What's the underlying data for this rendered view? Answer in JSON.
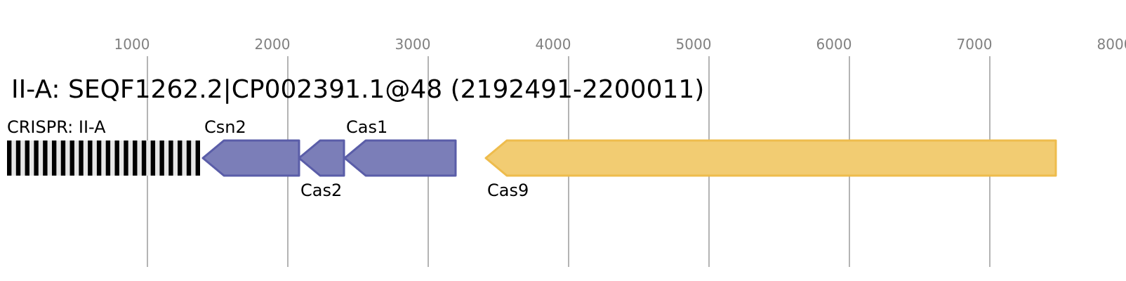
{
  "title": "II-A: SEQF1262.2|CP002391.1@48 (2192491-2200011)",
  "axis": {
    "ticks": [
      1000,
      2000,
      3000,
      4000,
      5000,
      6000,
      7000,
      8000
    ]
  },
  "crispr_array": {
    "label": "CRISPR: II-A",
    "start": 0,
    "end": 1375,
    "repeat_count": 22
  },
  "genes": [
    {
      "name": "Csn2",
      "start": 1395,
      "end": 2080,
      "strand": "-",
      "color": "#7b7eb8",
      "stroke": "#5a5da8",
      "label_position": "above"
    },
    {
      "name": "Cas2",
      "start": 2080,
      "end": 2400,
      "strand": "-",
      "color": "#7b7eb8",
      "stroke": "#5a5da8",
      "label_position": "below"
    },
    {
      "name": "Cas1",
      "start": 2405,
      "end": 3195,
      "strand": "-",
      "color": "#7b7eb8",
      "stroke": "#5a5da8",
      "label_position": "above"
    },
    {
      "name": "Cas9",
      "start": 3410,
      "end": 7470,
      "strand": "-",
      "color": "#f2cc72",
      "stroke": "#eebc4c",
      "label_position": "below"
    }
  ],
  "colors": {
    "tick_label": "#808080",
    "gridline": "#b4b4b4",
    "crispr_repeat": "#000000",
    "crispr_spacer": "#e6e6e6"
  }
}
